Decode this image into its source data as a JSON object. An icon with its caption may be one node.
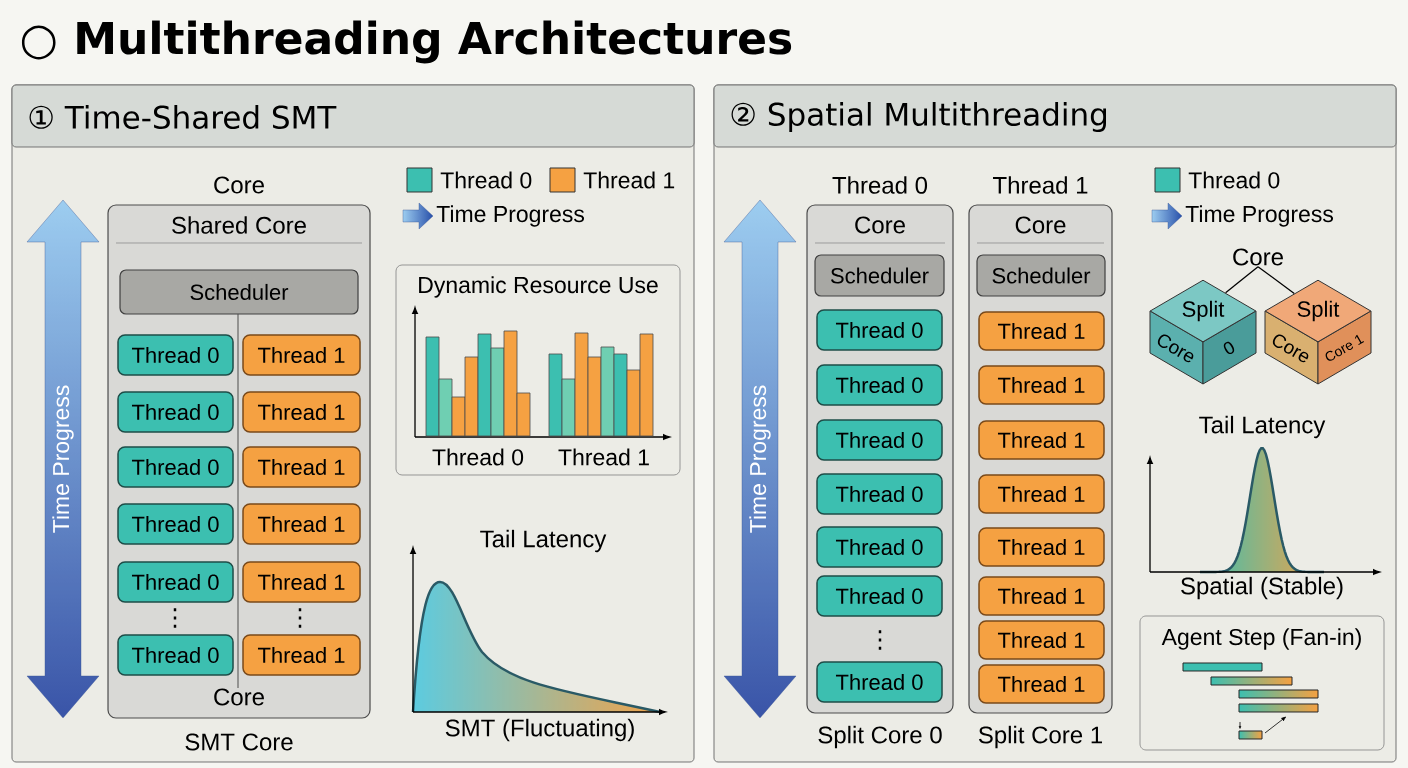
{
  "diagram": {
    "title": "○ Multithreading Architectures",
    "nodes": [
      {
        "text": [
          "① Time-Shared SMT"
        ]
      },
      {
        "text": [
          "Time Progress"
        ],
        "in": 0
      },
      {
        "text": [
          "Shared Core",
          "Core"
        ],
        "beside": [
          "Core",
          "SMT Core"
        ],
        "in": 0
      },
      {
        "text": [
          "Scheduler"
        ],
        "in": 2
      },
      {
        "text": [
          "Thread 0"
        ],
        "in": 2
      },
      {
        "text": [
          "Thread 1"
        ],
        "in": 2
      },
      {
        "text": [
          "Thread 0"
        ],
        "in": 2
      },
      {
        "text": [
          "Thread 1"
        ],
        "in": 2
      },
      {
        "text": [
          "Thread 0"
        ],
        "in": 2
      },
      {
        "text": [
          "Thread 1"
        ],
        "in": 2
      },
      {
        "text": [
          "Thread 0"
        ],
        "in": 2
      },
      {
        "text": [
          "Thread 1"
        ],
        "in": 2
      },
      {
        "text": [
          "Thread 0"
        ],
        "in": 2
      },
      {
        "text": [
          "Thread 1"
        ],
        "in": 2
      },
      {
        "text": [
          "Thread 0"
        ],
        "in": 2
      },
      {
        "text": [
          "Thread 1"
        ],
        "in": 2
      },
      {
        "text": [
          "Dynamic Resource Use",
          "Thread 0",
          "Thread 1"
        ],
        "in": 0
      },
      {
        "text": [
          "② Spatial Multithreading"
        ]
      },
      {
        "text": [
          "Time Progress"
        ],
        "in": 17
      },
      {
        "text": [
          "Core"
        ],
        "beside": [
          "Thread 0",
          "Split Core 0"
        ],
        "in": 17
      },
      {
        "text": [
          "Scheduler"
        ],
        "in": 19
      },
      {
        "text": [
          "Thread 0"
        ],
        "in": 19
      },
      {
        "text": [
          "Thread 0"
        ],
        "in": 19
      },
      {
        "text": [
          "Thread 0"
        ],
        "in": 19
      },
      {
        "text": [
          "Thread 0"
        ],
        "in": 19
      },
      {
        "text": [
          "Thread 0"
        ],
        "in": 19
      },
      {
        "text": [
          "Thread 0"
        ],
        "in": 19
      },
      {
        "text": [
          "Thread 0"
        ],
        "in": 19
      },
      {
        "text": [
          "Core"
        ],
        "beside": [
          "Thread 1",
          "Split Core 1"
        ],
        "in": 17
      },
      {
        "text": [
          "Scheduler"
        ],
        "in": 28
      },
      {
        "text": [
          "Thread 1"
        ],
        "in": 28
      },
      {
        "text": [
          "Thread 1"
        ],
        "in": 28
      },
      {
        "text": [
          "Thread 1"
        ],
        "in": 28
      },
      {
        "text": [
          "Thread 1"
        ],
        "in": 28
      },
      {
        "text": [
          "Thread 1"
        ],
        "in": 28
      },
      {
        "text": [
          "Thread 1"
        ],
        "in": 28
      },
      {
        "text": [
          "Thread 1"
        ],
        "in": 28
      },
      {
        "text": [
          "Thread 1"
        ],
        "in": 28
      },
      {
        "text": [
          "Core"
        ],
        "in": 17
      },
      {
        "text": [
          "Split",
          "Core",
          "0"
        ],
        "in": 17
      },
      {
        "text": [
          "Split",
          "Core",
          "Core 1"
        ],
        "in": 17
      },
      {
        "text": [
          "Agent Step (Fan-in)"
        ],
        "in": 17
      }
    ],
    "edges": [
      {
        "from": 38,
        "to": 39,
        "arrow": "none"
      },
      {
        "from": 38,
        "to": 40,
        "arrow": "none"
      }
    ],
    "labels": [
      "⋮",
      "⋮",
      "Tail Latency",
      "SMT (Fluctuating)",
      "⋮",
      "Tail Latency",
      "Spatial (Stable)"
    ],
    "legend": [
      {
        "text": "Thread 0",
        "color": "#3cbfb0"
      },
      {
        "text": "Thread 1",
        "color": "#f5a142"
      },
      {
        "text": "Time Progress"
      },
      {
        "text": "Thread 0",
        "color": "#3cbfb0"
      },
      {
        "text": "Time Progress"
      }
    ]
  }
}
